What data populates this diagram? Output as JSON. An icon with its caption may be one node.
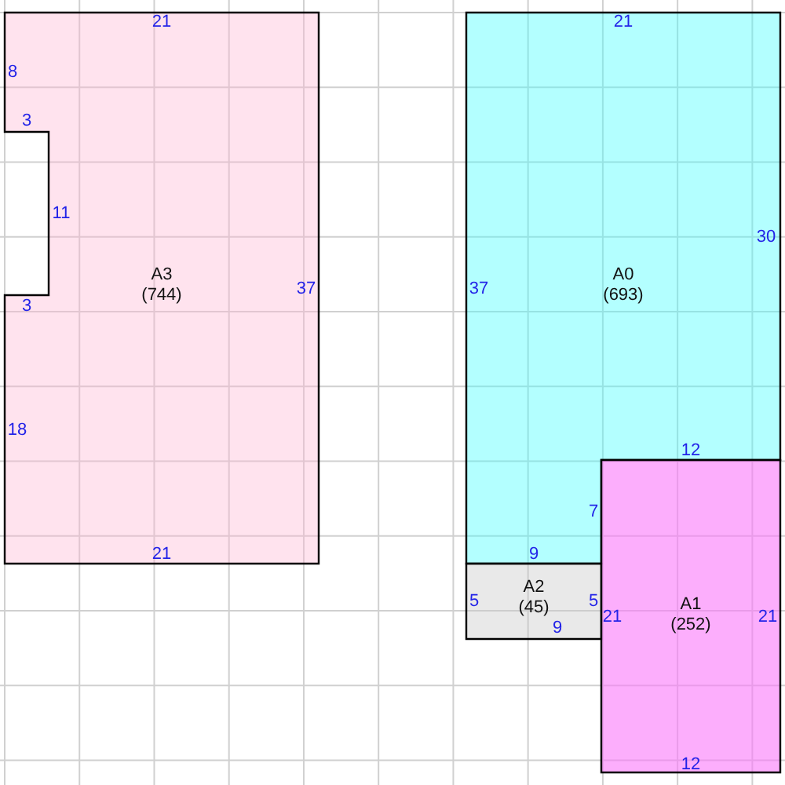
{
  "diagram": {
    "nodes": [
      {
        "text": [
          "A3",
          "(744)"
        ]
      },
      {
        "text": [
          "A0",
          "(693)"
        ]
      },
      {
        "text": [
          "A2",
          "(45)"
        ]
      },
      {
        "text": [
          "A1",
          "(252)"
        ]
      }
    ],
    "labels": [
      "21",
      "21",
      "8",
      "3",
      "11",
      "30",
      "37",
      "37",
      "3",
      "18",
      "12",
      "7",
      "21",
      "9",
      "5",
      "5",
      "21",
      "21",
      "9",
      "12"
    ]
  }
}
